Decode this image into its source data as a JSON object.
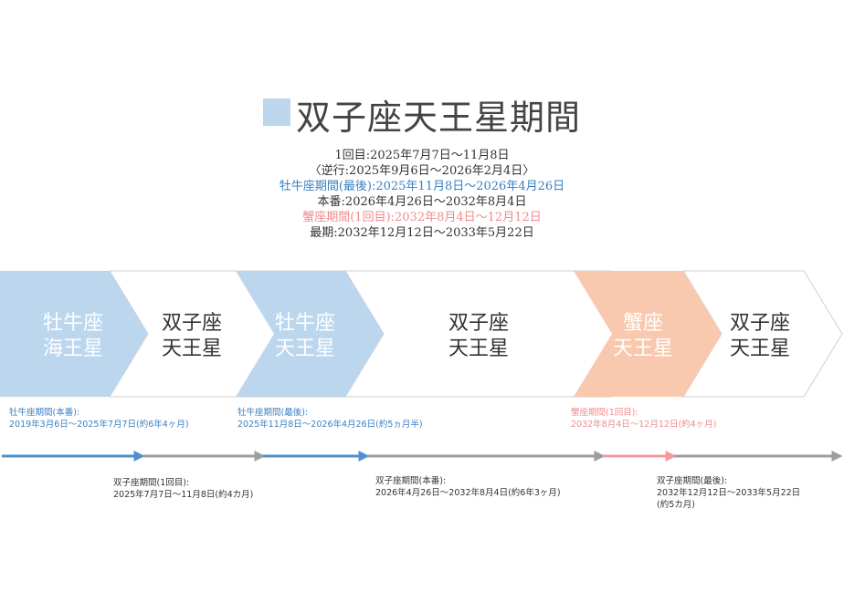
{
  "title": "双子座天王星期間",
  "info_lines": [
    {
      "text": "1回目:2025年7月7日～11月8日",
      "color": "dark"
    },
    {
      "text": "〈逆行:2025年9月6日～2026年2月4日〉",
      "color": "dark"
    },
    {
      "text": "牡牛座期間(最後):2025年11月8日～2026年4月26日",
      "color": "blue"
    },
    {
      "text": "本番:2026年4月26日～2032年8月4日",
      "color": "dark"
    },
    {
      "text": "蟹座期間(1回目):2032年8月4日～12月12日",
      "color": "pink"
    },
    {
      "text": "最期:2032年12月12日～2033年5月22日",
      "color": "dark"
    }
  ],
  "chevrons": [
    {
      "line1": "牡牛座",
      "line2": "海王星",
      "fill": "#bcd6ee",
      "text_color": "#ffffff"
    },
    {
      "line1": "双子座",
      "line2": "天王星",
      "fill": "#ffffff",
      "text_color": "#333333"
    },
    {
      "line1": "牡牛座",
      "line2": "天王星",
      "fill": "#bcd6ee",
      "text_color": "#ffffff"
    },
    {
      "line1": "双子座",
      "line2": "天王星",
      "fill": "#ffffff",
      "text_color": "#333333"
    },
    {
      "line1": "蟹座",
      "line2": "天王星",
      "fill": "#f8c9ae",
      "text_color": "#ffffff"
    },
    {
      "line1": "双子座",
      "line2": "天王星",
      "fill": "#ffffff",
      "text_color": "#333333"
    }
  ],
  "timeline_segments": [
    {
      "color": "#4f8fce"
    },
    {
      "color": "#9e9e9e"
    },
    {
      "color": "#4f8fce"
    },
    {
      "color": "#9e9e9e"
    },
    {
      "color": "#f49a9a"
    },
    {
      "color": "#9e9e9e"
    }
  ],
  "period_labels": [
    {
      "line1": "牡牛座期間(本番):",
      "line2": "2019年3月6日～2025年7月7日(約6年4ヶ月)",
      "line3": "",
      "color": "blue"
    },
    {
      "line1": "双子座期間(1回目):",
      "line2": "2025年7月7日～11月8日(約4カ月)",
      "line3": "",
      "color": "dark"
    },
    {
      "line1": "牡牛座期間(最後):",
      "line2": "2025年11月8日～2026年4月26日(約5ヵ月半)",
      "line3": "",
      "color": "blue"
    },
    {
      "line1": "双子座期間(本番):",
      "line2": "2026年4月26日～2032年8月4日(約6年3ヶ月)",
      "line3": "",
      "color": "dark"
    },
    {
      "line1": "蟹座期間(1回目):",
      "line2": "2032年8月4日～12月12日(約4ヶ月)",
      "line3": "",
      "color": "pink"
    },
    {
      "line1": "双子座期間(最後):",
      "line2": "2032年12月12日～2033年5月22日",
      "line3": "(約5カ月)",
      "color": "dark"
    }
  ]
}
